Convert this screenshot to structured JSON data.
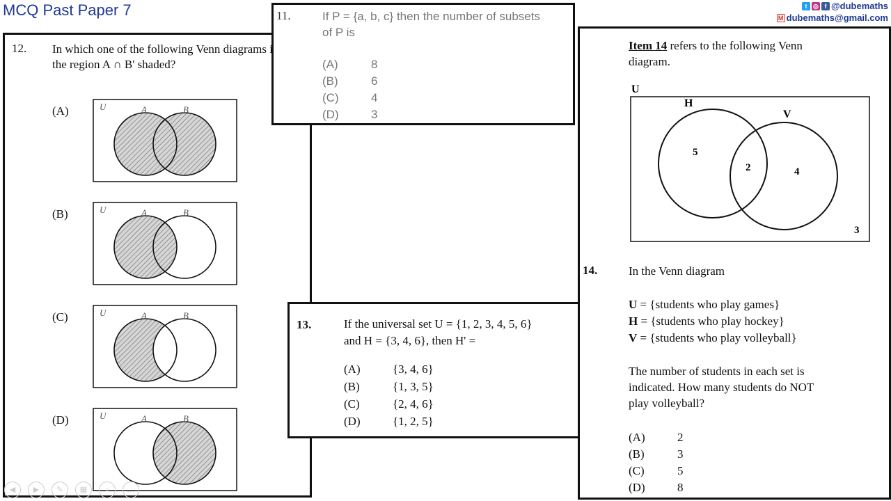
{
  "title": "MCQ Past Paper 7",
  "social": {
    "handle": "@dubemaths",
    "email": "dubemaths@gmail.com"
  },
  "q12": {
    "number": "12.",
    "text_line1": "In which one of the following Venn diagrams is",
    "text_line2": "the region A ∩ B' shaded?",
    "options": [
      {
        "label": "(A)",
        "shade": "union"
      },
      {
        "label": "(B)",
        "shade": "a"
      },
      {
        "label": "(C)",
        "shade": "a_only"
      },
      {
        "label": "(D)",
        "shade": "b"
      }
    ],
    "u": "U",
    "a": "A",
    "b": "B"
  },
  "q11": {
    "number": "11.",
    "text_line1": "If P = {a, b, c} then the number of subsets",
    "text_line2": "of P is",
    "options": [
      {
        "label": "(A)",
        "value": "8"
      },
      {
        "label": "(B)",
        "value": "6"
      },
      {
        "label": "(C)",
        "value": "4"
      },
      {
        "label": "(D)",
        "value": "3"
      }
    ]
  },
  "q13": {
    "number": "13.",
    "text_line1": "If the universal set U = {1, 2, 3, 4, 5, 6}",
    "text_line2": "and H = {3, 4, 6}, then H' =",
    "options": [
      {
        "label": "(A)",
        "value": "{3, 4, 6}"
      },
      {
        "label": "(B)",
        "value": "{1, 3, 5}"
      },
      {
        "label": "(C)",
        "value": "{2, 4, 6}"
      },
      {
        "label": "(D)",
        "value": "{1, 2, 5}"
      }
    ]
  },
  "q14": {
    "intro_item": "Item 14",
    "intro_rest": "refers to the following Venn",
    "intro_line2": "diagram.",
    "venn": {
      "u": "U",
      "h": "H",
      "v": "V",
      "h_only": "5",
      "both": "2",
      "v_only": "4",
      "outside": "3"
    },
    "number": "14.",
    "lead": "In the Venn diagram",
    "defs": [
      {
        "sym": "U",
        "text": "= {students who play games}"
      },
      {
        "sym": "H",
        "text": "= {students who play hockey}"
      },
      {
        "sym": "V",
        "text": "= {students who play volleyball}"
      }
    ],
    "q_line1": "The number of students in each set is",
    "q_line2": "indicated.  How many students do NOT",
    "q_line3": "play volleyball?",
    "options": [
      {
        "label": "(A)",
        "value": "2"
      },
      {
        "label": "(B)",
        "value": "3"
      },
      {
        "label": "(C)",
        "value": "5"
      },
      {
        "label": "(D)",
        "value": "8"
      }
    ]
  }
}
